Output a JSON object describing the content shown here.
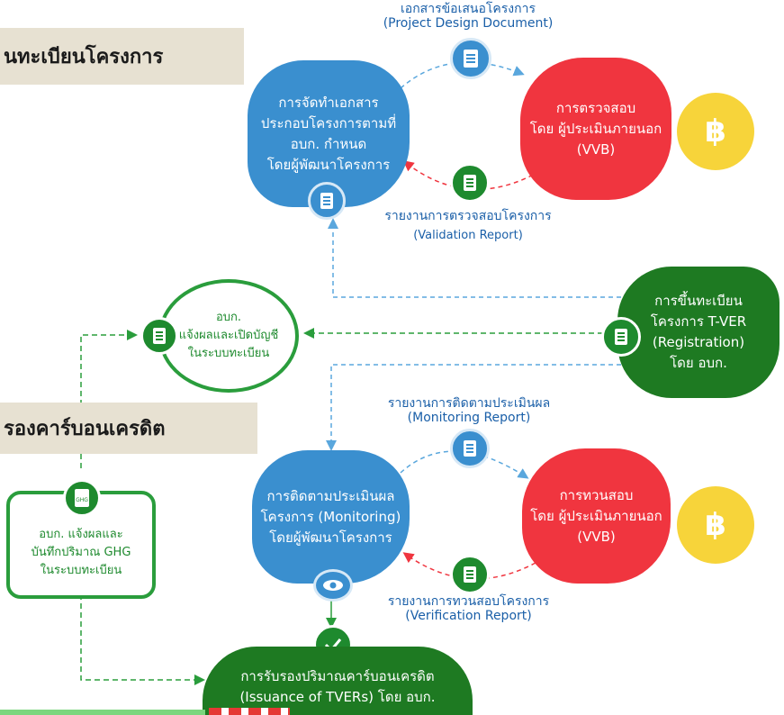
{
  "banners": {
    "registration": "นทะเบียนโครงการ",
    "certification": "รองคาร์บอนเครดิต"
  },
  "top_cycle": {
    "caption_top_th": "เอกสารข้อเสนอโครงการ",
    "caption_top_en": "(Project Design Document)",
    "blue_lines": [
      "การจัดทำเอกสาร",
      "ประกอบโครงการตามที่",
      "อบก. กำหนด",
      "โดยผู้พัฒนาโครงการ"
    ],
    "red_lines": [
      "การตรวจสอบ",
      "โดย ผู้ประเมินภายนอก",
      "(VVB)"
    ],
    "caption_bottom_th": "รายงานการตรวจสอบโครงการ",
    "caption_bottom_en": "(Validation Report)"
  },
  "registration_box": {
    "lines": [
      "การขึ้นทะเบียน",
      "โครงการ T-VER",
      "(Registration)",
      "โดย อบก."
    ]
  },
  "notify_circle": {
    "lines": [
      "อบก.",
      "แจ้งผลและเปิดบัญชี",
      "ในระบบทะเบียน"
    ]
  },
  "bottom_cycle": {
    "caption_top_th": "รายงานการติดตามประเมินผล",
    "caption_top_en": "(Monitoring Report)",
    "blue_lines": [
      "การติดตามประเมินผล",
      "โครงการ (Monitoring)",
      "โดยผู้พัฒนาโครงการ"
    ],
    "red_lines": [
      "การทวนสอบ",
      "โดย ผู้ประเมินภายนอก",
      "(VVB)"
    ],
    "caption_bottom_th": "รายงานการทวนสอบโครงการ",
    "caption_bottom_en": "(Verification Report)"
  },
  "ghg_box": {
    "icon_text": "GHG",
    "lines": [
      "อบก. แจ้งผลและ",
      "บันทึกปริมาณ GHG",
      "ในระบบทะเบียน"
    ]
  },
  "issuance": {
    "lines": [
      "การรับรองปริมาณคาร์บอนเครดิต",
      "(Issuance of TVERs) โดย อบก."
    ]
  },
  "coin_symbol": "฿",
  "colors": {
    "blue": "#3a8fcf",
    "red": "#f0353f",
    "dark_green": "#1e7a22",
    "green": "#2a9d3c",
    "gold": "#f7d43a",
    "banner": "#e7e1d2"
  }
}
